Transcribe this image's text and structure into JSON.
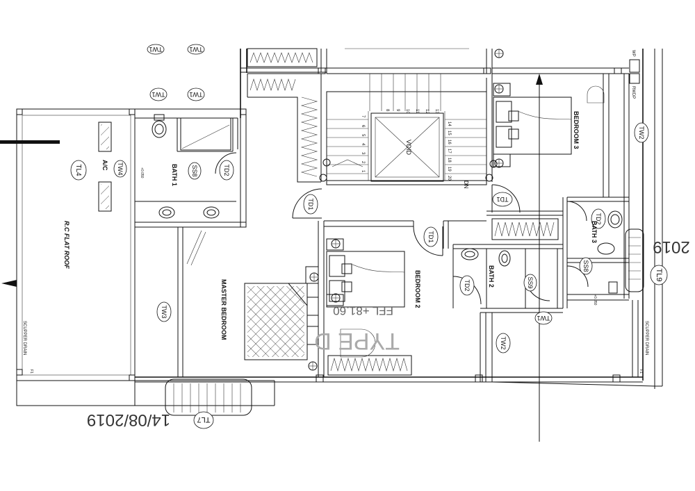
{
  "rooms": {
    "master_bedroom": "MASTER BEDROOM",
    "bedroom2": "BEDROOM 2",
    "bedroom3": "BEDROOM 3",
    "bath1": "BATH 1",
    "bath2": "BATH 2",
    "bath3": "BATH 3",
    "roof": "R.C FLAT ROOF",
    "void": "VOID",
    "ac": "A/C"
  },
  "tags": {
    "tw1": "TW1",
    "tw2": "TW2",
    "tw3": "TW3",
    "tw4": "TW4",
    "td1": "TD1",
    "td2": "TD2",
    "tl4": "TL4",
    "tl7": "TL7",
    "tl9": "TL9",
    "ss8": "SS8",
    "ss9": "SS9",
    "ss8b": "SS8",
    "rwdp": "RWDP",
    "wp": "WP",
    "f1": "F1"
  },
  "labels": {
    "scupper_drain": "SCUPPER DRAIN",
    "stair_dn": "DN",
    "ffl": "FFL +81.60",
    "type_d": "TYPE D",
    "level": "+0.050",
    "level_b": "+0.050"
  },
  "stairs": {
    "top_numbers": [
      "8",
      "9",
      "10",
      "11",
      "12",
      "13"
    ],
    "left_numbers": [
      "7",
      "6",
      "5",
      "4",
      "3",
      "2",
      "1"
    ],
    "right_numbers": [
      "14",
      "15",
      "16",
      "17",
      "18",
      "19",
      "20"
    ]
  },
  "stamps": {
    "date_bottom": "14/08/2019",
    "date_right": "2019"
  }
}
